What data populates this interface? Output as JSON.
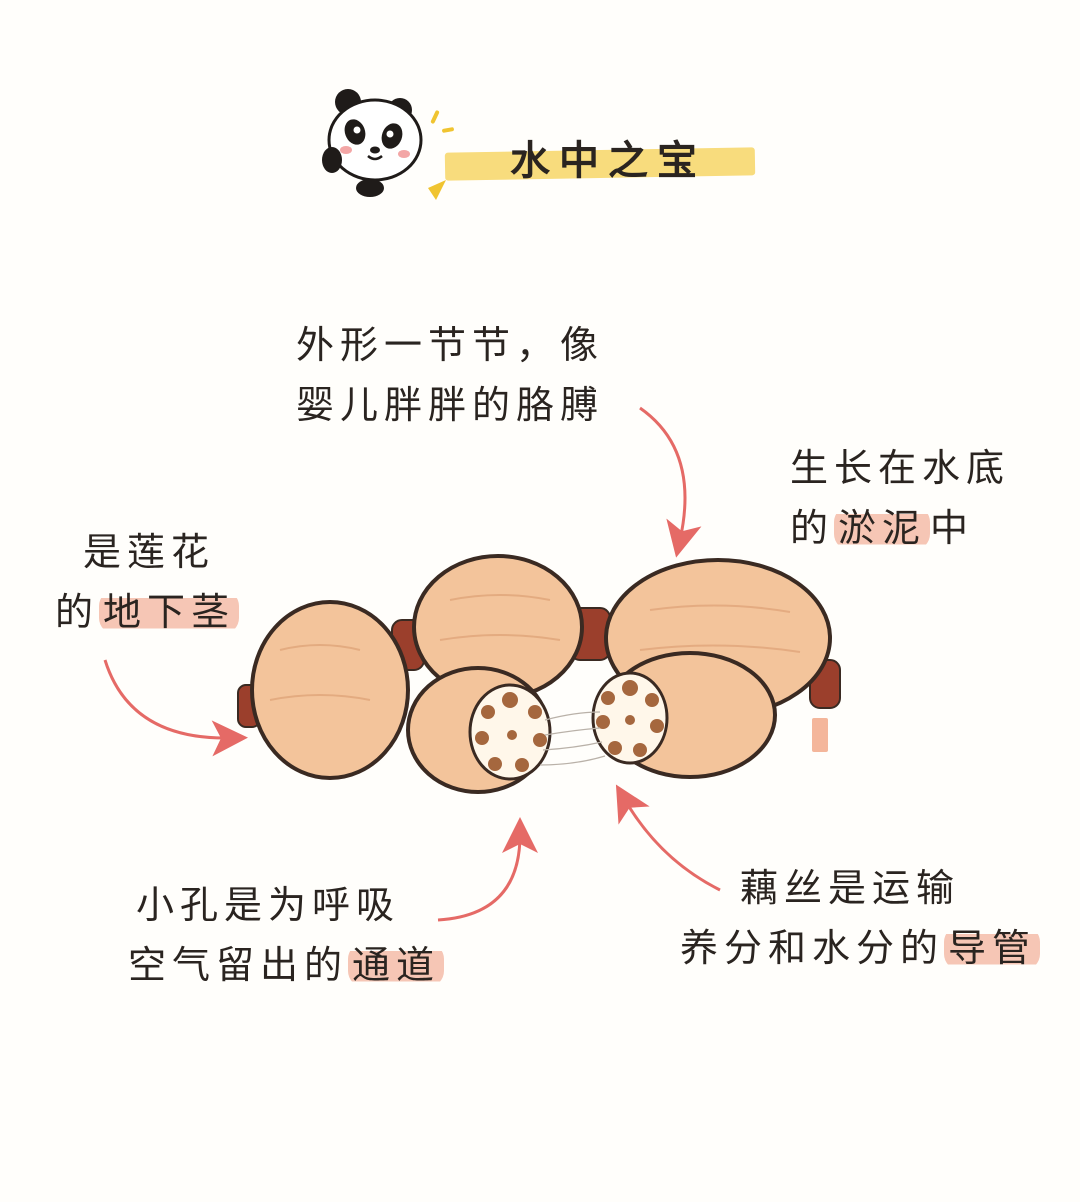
{
  "title": "水中之宝",
  "captions": {
    "top": {
      "line1": "外形一节节，像",
      "line2": "婴儿胖胖的胳膊"
    },
    "right": {
      "line1": "生长在水底",
      "line2_pre": "的",
      "line2_hl": "淤泥",
      "line2_post": "中"
    },
    "left": {
      "line1": "是莲花",
      "line2_pre": "的",
      "line2_hl": "地下茎"
    },
    "bottom_left": {
      "line1": "小孔是为呼吸",
      "line2_pre": "空气留出的",
      "line2_hl": "通道"
    },
    "bottom_right": {
      "line1": "藕丝是运输",
      "line2_pre": "养分和水分的",
      "line2_hl": "导管"
    }
  },
  "colors": {
    "lotus_skin": "#f3c49b",
    "lotus_outline": "#3a2a22",
    "joint": "#9b3f2c",
    "arrow": "#e56a66",
    "highlight": "#f6c6b5",
    "title_band": "#f8dc7d",
    "panda_blush": "#f3a6a6"
  },
  "icons": [
    "panda-icon",
    "sparkle-icon",
    "stamp-icon",
    "arrow-icon"
  ]
}
